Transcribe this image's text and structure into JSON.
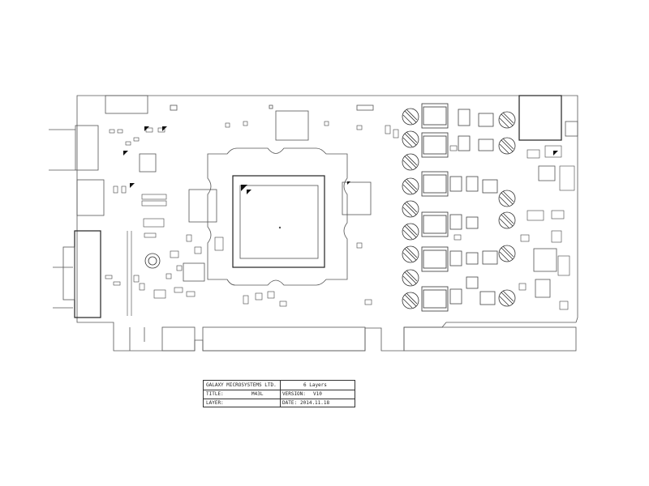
{
  "title_block": {
    "company": "GALAXY MICROSYSTEMS LTD.",
    "layers": "6 Layers",
    "title_label": "TITLE:",
    "title_value": "M43L",
    "version_label": "VERSION:",
    "version_value": "V10",
    "layer_label": "LAYER:",
    "date_label": "DATE:",
    "date_value": "2014.11.18"
  }
}
